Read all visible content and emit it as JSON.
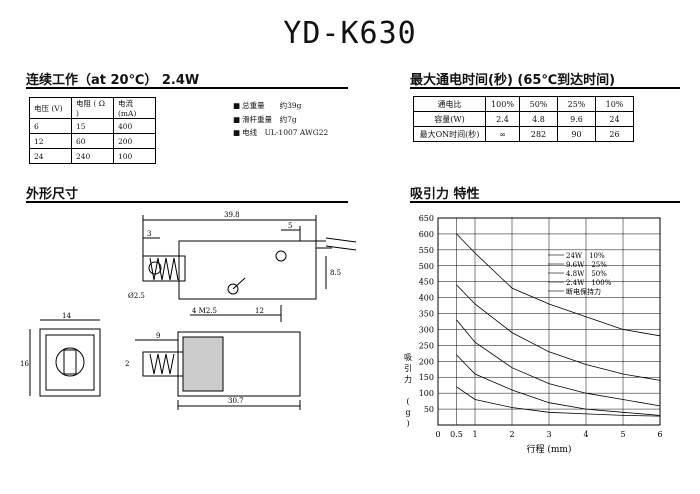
{
  "title": "YD-K630",
  "sections": {
    "continuous": "连续工作（at 20℃） 2.4W",
    "max_time": "最大通电时间(秒) (65℃到达时间)",
    "dimensions": "外形尺寸",
    "force": "吸引力 特性"
  },
  "electrical_table": {
    "headers": [
      "电压 (V)",
      "电阻 ( Ω )",
      "电流 (mA)"
    ],
    "rows": [
      [
        "6",
        "15",
        "400"
      ],
      [
        "12",
        "60",
        "200"
      ],
      [
        "24",
        "240",
        "100"
      ]
    ]
  },
  "specs": [
    "总重量　　约39g",
    "滑杆重量　约7g",
    "电线　UL-1007 AWG22"
  ],
  "duty_table": {
    "rows": [
      [
        "通电比",
        "100%",
        "50%",
        "25%",
        "10%"
      ],
      [
        "容量(W)",
        "2.4",
        "4.8",
        "9.6",
        "24"
      ],
      [
        "最大ON时间(秒)",
        "∞",
        "282",
        "90",
        "26"
      ]
    ]
  },
  "dims": {
    "length": "39.8",
    "d3": "3",
    "d5": "5",
    "d85": "8.5",
    "hole": "Ø2.5",
    "screw": "4 M2.5",
    "d12": "12",
    "w14": "14",
    "h16": "16",
    "d9": "9",
    "d2": "2",
    "body": "30.7"
  },
  "chart_data": {
    "type": "line",
    "xlabel": "行程 (mm)",
    "ylabel": "吸引力 (g)",
    "x_ticks": [
      "0",
      "0.5",
      "1",
      "2",
      "3",
      "4",
      "5",
      "6"
    ],
    "y_ticks": [
      "50",
      "100",
      "150",
      "200",
      "250",
      "300",
      "350",
      "400",
      "450",
      "500",
      "550",
      "600",
      "650"
    ],
    "ylim": [
      0,
      650
    ],
    "xlim": [
      0,
      6
    ],
    "grid": true,
    "legend": [
      "24W　10%",
      "9.6W　25%",
      "4.8W　50%",
      "2.4W　100%",
      "断电保持力"
    ],
    "series": [
      {
        "name": "24W　10%",
        "x": [
          0.5,
          1,
          2,
          3,
          4,
          5,
          6
        ],
        "y": [
          600,
          540,
          430,
          380,
          340,
          300,
          280
        ]
      },
      {
        "name": "9.6W　25%",
        "x": [
          0.5,
          1,
          2,
          3,
          4,
          5,
          6
        ],
        "y": [
          440,
          380,
          290,
          230,
          190,
          160,
          140
        ]
      },
      {
        "name": "4.8W　50%",
        "x": [
          0.5,
          1,
          2,
          3,
          4,
          5,
          6
        ],
        "y": [
          330,
          260,
          180,
          130,
          100,
          80,
          60
        ]
      },
      {
        "name": "2.4W　100%",
        "x": [
          0.5,
          1,
          2,
          3,
          4,
          5,
          6
        ],
        "y": [
          220,
          160,
          110,
          70,
          50,
          40,
          30
        ]
      },
      {
        "name": "断电保持力",
        "x": [
          0.5,
          1,
          2,
          3,
          4,
          5,
          6
        ],
        "y": [
          120,
          80,
          55,
          40,
          35,
          30,
          28
        ]
      }
    ]
  }
}
